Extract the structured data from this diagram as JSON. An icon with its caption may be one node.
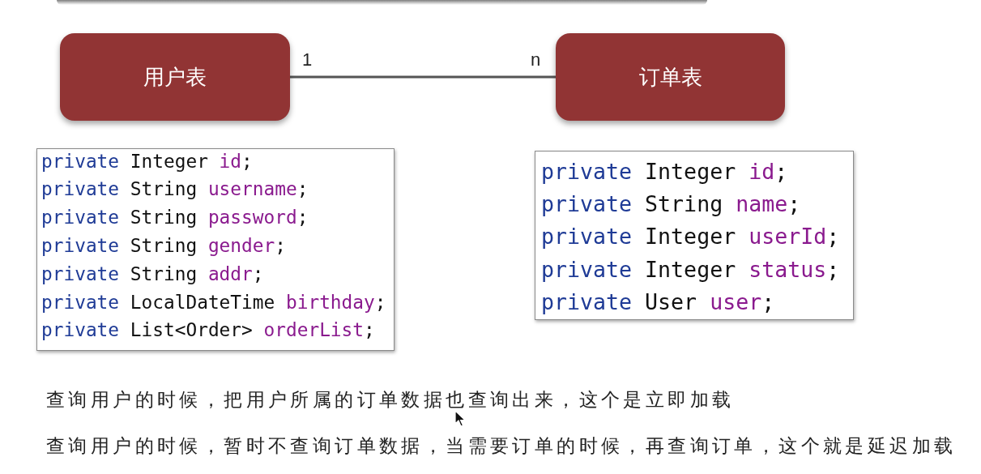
{
  "diagram": {
    "nodes": [
      {
        "text": [
          "用户表"
        ]
      },
      {
        "text": [
          "订单表"
        ]
      },
      {
        "text": [
          "private Integer id;",
          "private String username;",
          "private String password;",
          "private String gender;",
          "private String addr;",
          "private LocalDateTime birthday;",
          "private List<Order> orderList;"
        ]
      },
      {
        "text": [
          "private Integer id;",
          "private String name;",
          "private Integer userId;",
          "private Integer status;",
          "private User user;"
        ]
      }
    ],
    "edges": [
      {
        "from": 0,
        "to": 1,
        "arrow": "none"
      }
    ],
    "labels": [
      "1",
      "n",
      "查询用户的时候，把用户所属的订单数据也查询出来，这个是立即加载",
      "查询用户的时候，暂时不查询订单数据，当需要订单的时候，再查询订单，这个就是延迟加载"
    ]
  }
}
